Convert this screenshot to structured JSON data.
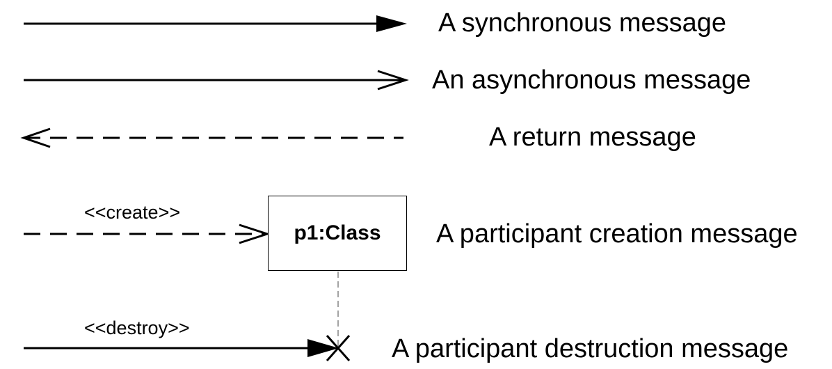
{
  "messages": {
    "sync": "A synchronous message",
    "async": "An asynchronous message",
    "return": "A return message",
    "create": "A participant creation message",
    "destroy": "A participant destruction message"
  },
  "stereotypes": {
    "create": "<<create>>",
    "destroy": "<<destroy>>"
  },
  "participant": {
    "name": "p1:Class"
  }
}
